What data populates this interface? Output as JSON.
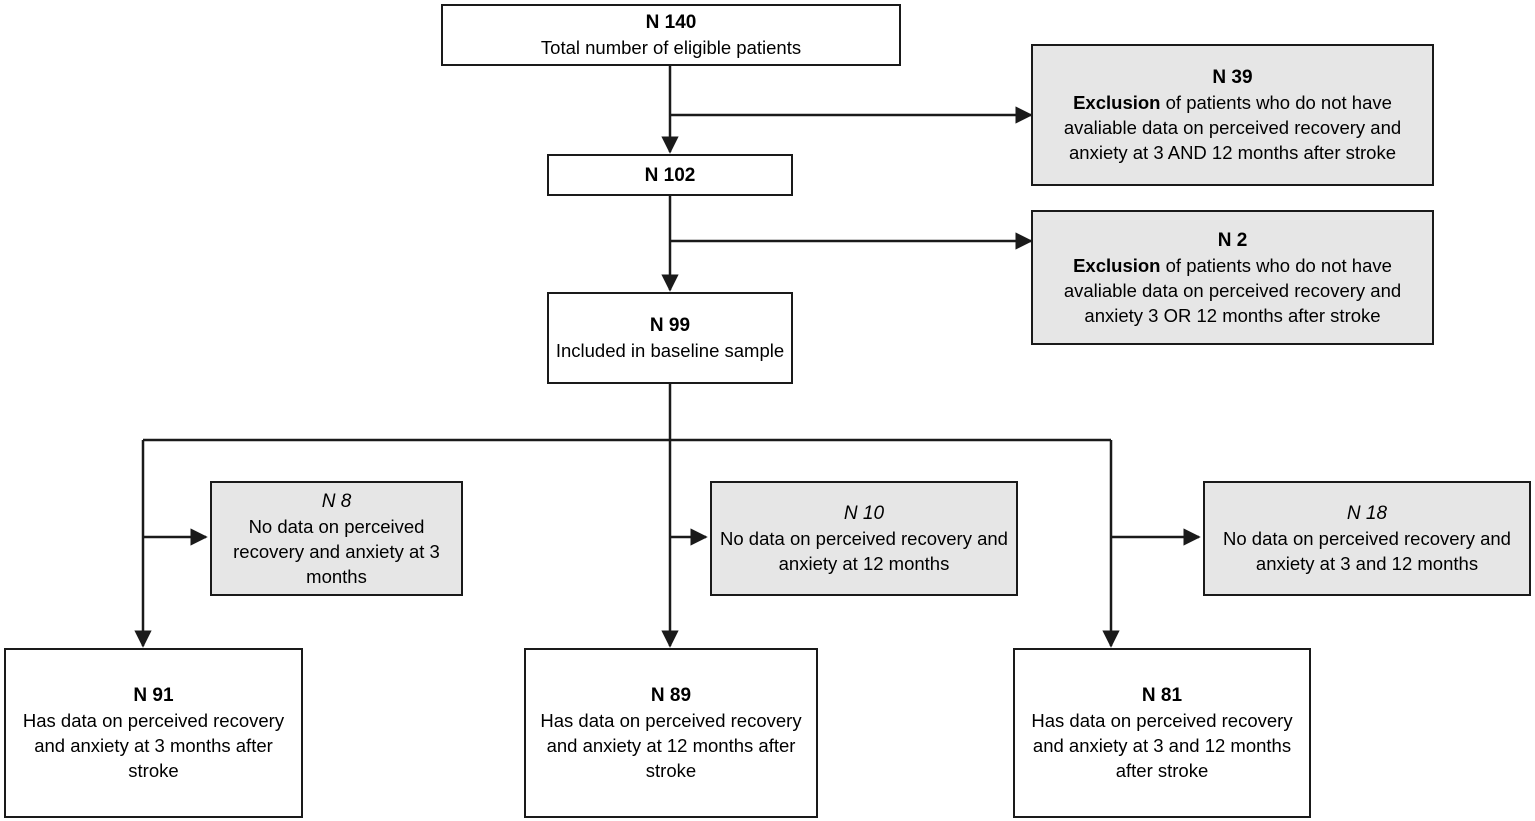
{
  "figure": {
    "type": "flowchart",
    "description": "Patient inclusion and exclusion flow diagram for perceived recovery and anxiety after stroke",
    "colors": {
      "shaded_fill": "#e6e6e6",
      "plain_fill": "#ffffff",
      "stroke": "#1a1a1a",
      "text": "#000000"
    }
  },
  "nodes": {
    "total_eligible": {
      "title": "N 140",
      "body": "Total number of eligible patients",
      "style": "plain"
    },
    "exclusion_39": {
      "title": "N 39",
      "lead": "Exclusion",
      "body": " of patients who do not have avaliable data on perceived recovery and anxiety at 3 AND 12 months after stroke",
      "style": "shaded"
    },
    "n102": {
      "title": "N 102",
      "body": "",
      "style": "plain"
    },
    "exclusion_2": {
      "title": "N 2",
      "lead": "Exclusion",
      "body": " of patients who do not have avaliable data on perceived recovery and anxiety 3 OR 12 months after stroke",
      "style": "shaded"
    },
    "baseline_99": {
      "title": "N 99",
      "body": "Included in baseline sample",
      "style": "plain"
    },
    "nodata_3mo": {
      "title": "N 8",
      "body": "No data on perceived recovery and anxiety at 3 months",
      "style": "shaded"
    },
    "nodata_12mo": {
      "title": "N 10",
      "body": "No data on perceived recovery and anxiety at 12 months",
      "style": "shaded"
    },
    "nodata_3_and_12mo": {
      "title": "N 18",
      "body": "No data on perceived recovery and anxiety at 3 and 12 months",
      "style": "shaded"
    },
    "hasdata_3mo": {
      "title": "N 91",
      "body": "Has data on perceived recovery and anxiety at 3 months after stroke",
      "style": "plain"
    },
    "hasdata_12mo": {
      "title": "N 89",
      "body": "Has data on perceived recovery and anxiety at 12 months after stroke",
      "style": "plain"
    },
    "hasdata_3_and_12mo": {
      "title": "N 81",
      "body": "Has data on perceived recovery and anxiety at 3 and 12 months after stroke",
      "style": "plain"
    }
  }
}
